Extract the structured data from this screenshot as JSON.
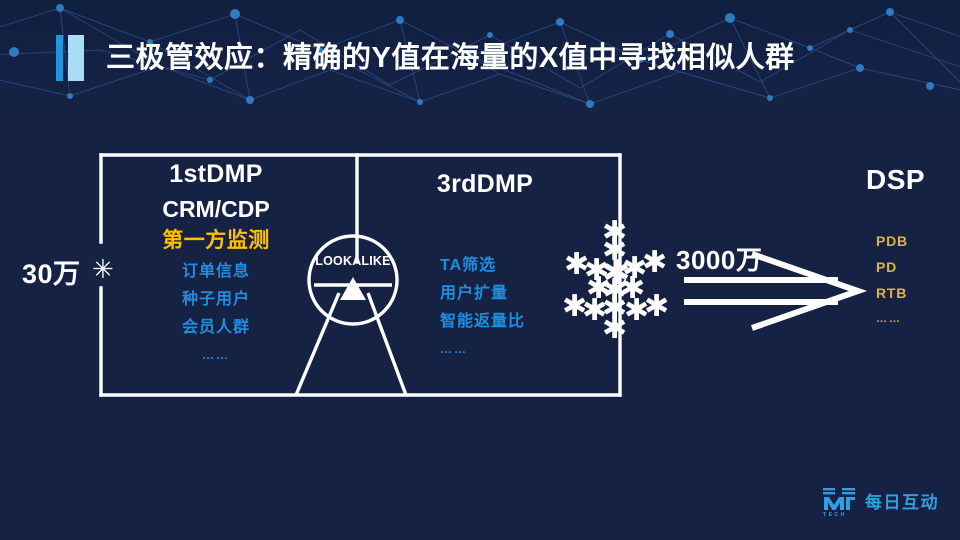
{
  "slide": {
    "title": "三极管效应：精确的Y值在海量的X值中寻找相似人群",
    "background_color": "#152244",
    "accent_color_1": "#2196dd",
    "accent_color_2": "#a9dcf6"
  },
  "input": {
    "volume_label": "30万",
    "marker": "✳"
  },
  "dmp1": {
    "title": "1stDMP",
    "subtitle": "CRM/CDP",
    "highlight": "第一方监测",
    "highlight_color": "#ffc000",
    "items": [
      "订单信息",
      "种子用户",
      "会员人群",
      "……"
    ]
  },
  "lookalike": {
    "label": "LOOKALIKE"
  },
  "dmp3": {
    "title": "3rdDMP",
    "items": [
      "TA筛选",
      "用户扩量",
      "智能返量比",
      "……"
    ],
    "item_color": "#1f8ee0"
  },
  "output": {
    "volume_label": "3000万",
    "snowflake_icon": "asterisk-cluster-icon"
  },
  "dsp": {
    "title": "DSP",
    "items": [
      "PDB",
      "PD",
      "RTB",
      "……"
    ],
    "item_color": "#e0b33c"
  },
  "logo": {
    "mark": "m-tech-logo-icon",
    "mark_sub": "TECH",
    "text": "每日互动",
    "color": "#2f9fe0"
  }
}
